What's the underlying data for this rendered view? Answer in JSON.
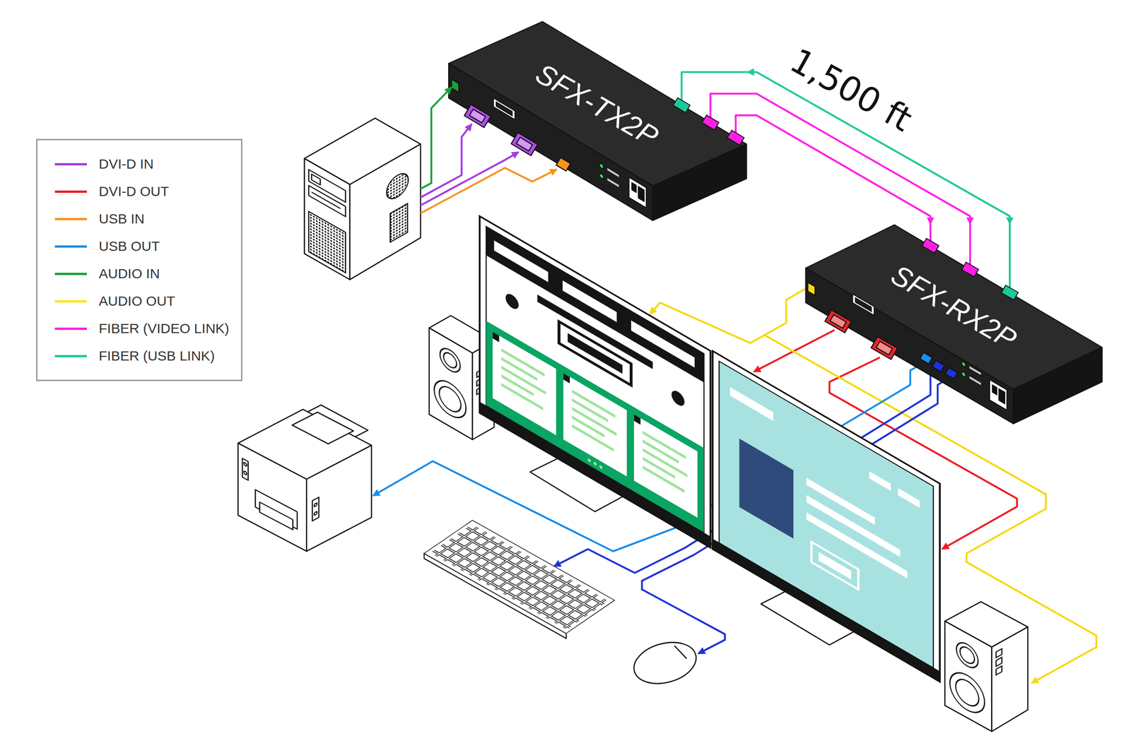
{
  "diagram": {
    "nodes": [
      {
        "text": [
          "SFX-TX2P"
        ]
      },
      {
        "text": [
          "SFX-RX2P"
        ]
      }
    ],
    "edges": [
      {
        "from": 0,
        "to": 1,
        "arrow": "to"
      },
      {
        "from": 0,
        "to": 1,
        "arrow": "to"
      },
      {
        "from": 0,
        "to": 1,
        "arrow": "both"
      }
    ],
    "labels": [
      "1,500 ft"
    ],
    "legend": [
      {
        "text": "DVI-D IN",
        "color": "#a43be0"
      },
      {
        "text": "DVI-D OUT",
        "color": "#ec1c24"
      },
      {
        "text": "USB IN",
        "color": "#f7941d"
      },
      {
        "text": "USB OUT",
        "color": "#1b8ee8"
      },
      {
        "text": "AUDIO IN",
        "color": "#17a23b"
      },
      {
        "text": "AUDIO OUT",
        "color": "#fce61c"
      },
      {
        "text": "FIBER (VIDEO LINK)",
        "color": "#ff1ee6"
      },
      {
        "text": "FIBER (USB LINK)",
        "color": "#1cc99c"
      }
    ]
  }
}
